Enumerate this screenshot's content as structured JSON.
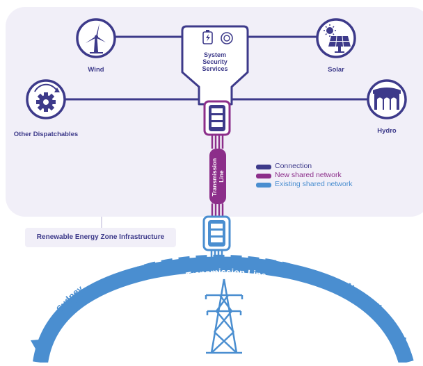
{
  "nodes": {
    "wind": "Wind",
    "solar": "Solar",
    "hydro": "Hydro",
    "other": "Other Dispatchables",
    "sss_line1": "System",
    "sss_line2": "Security",
    "sss_line3": "Services"
  },
  "transmission_vertical": "Transmission Line",
  "transmission_arc": "Transmission Line",
  "legend": [
    {
      "label": "Connection",
      "color": "#3d3a8a"
    },
    {
      "label": "New shared network",
      "color": "#8c2e8a"
    },
    {
      "label": "Existing shared network",
      "color": "#4a8ed0"
    }
  ],
  "zone_label": "Renewable Energy Zone Infrastructure",
  "destinations": {
    "left": "Sydney",
    "right": "Newcastle"
  },
  "colors": {
    "navy": "#3d3a8a",
    "purple": "#8c2e8a",
    "blue": "#4a8ed0",
    "panel": "#f1eff8"
  },
  "icons": [
    "wind-turbine-icon",
    "solar-panel-icon",
    "hydro-dam-icon",
    "gear-icon",
    "battery-icon",
    "power-button-icon",
    "pylon-icon"
  ]
}
